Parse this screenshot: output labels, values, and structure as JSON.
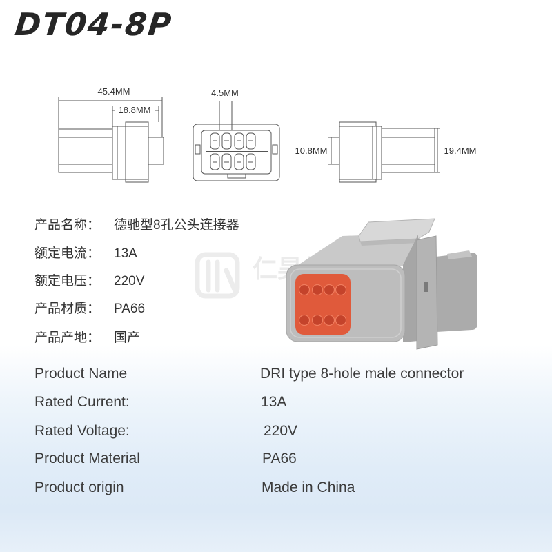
{
  "title": "DT04-8P",
  "drawings": {
    "side_view": {
      "overall_length": "45.4MM",
      "body_length": "18.8MM"
    },
    "front_view": {
      "cavity_width": "4.5MM"
    },
    "rear_view": {
      "inner_height": "10.8MM",
      "overall_height": "19.4MM"
    }
  },
  "specs_cn": [
    {
      "label": "产品名称：",
      "value": "德驰型8孔公头连接器"
    },
    {
      "label": "额定电流：",
      "value": "13A"
    },
    {
      "label": "额定电压：",
      "value": "220V"
    },
    {
      "label": "产品材质：",
      "value": "PA66"
    },
    {
      "label": "产品产地：",
      "value": "国产"
    }
  ],
  "specs_en": [
    {
      "label": "Product Name",
      "value": "DRI type 8-hole male connector"
    },
    {
      "label": "Rated Current:",
      "value": "13A"
    },
    {
      "label": "Rated Voltage:",
      "value": "220V"
    },
    {
      "label": "Product Material",
      "value": "PA66"
    },
    {
      "label": "Product origin",
      "value": "Made in China"
    }
  ],
  "watermark": {
    "text": "仁昊伟业"
  },
  "colors": {
    "insert_orange": "#e05a3b",
    "housing_gray": "#bdbdbd",
    "background_blue": "#dce9f6"
  },
  "icons": {
    "product_image": "connector-photo"
  }
}
